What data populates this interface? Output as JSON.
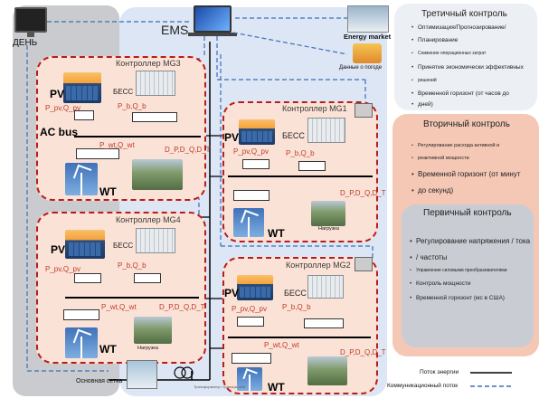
{
  "panels": {
    "day_label": "ДЕНЬ",
    "ems_label": "EMS",
    "energy_market_label": "Energy market",
    "weather_data_label": "Данные о погоде",
    "main_grid_label": "Основная сетка",
    "transformer_caption": "Трансформатор / граница сети"
  },
  "microgrids": {
    "mg3": {
      "title": "Контроллер MG3",
      "pv": "PV",
      "bess": "БЕСС",
      "bus": "AC bus",
      "wt": "WT",
      "p_pv": "P_pv,Q_pv",
      "p_b": "P_b,Q_b",
      "p_wt": "P_wt,Q_wt",
      "d": "D_P,D_Q,D_T"
    },
    "mg1": {
      "title": "Контроллер MG1",
      "pv": "PV",
      "bess": "БЕСС",
      "wt": "WT",
      "load": "Нагрузка",
      "p_pv": "P_pv,Q_pv",
      "p_b": "P_b,Q_b",
      "d": "D_P,D_Q,D_T"
    },
    "mg4": {
      "title": "Контроллер MG4",
      "pv": "PV",
      "bess": "БЕСС",
      "wt": "WT",
      "load": "Нагрузка",
      "p_pv": "P_pv,Q_pv",
      "p_b": "P_b,Q_b",
      "p_wt": "P_wt,Q_wt",
      "d": "D_P,D_Q,D_T"
    },
    "mg2": {
      "title": "Контроллер MG2",
      "pv": "PV",
      "bess": "БЕСС",
      "wt": "WT",
      "p_pv": "P_pv,Q_pv",
      "p_b": "P_b,Q_b",
      "p_wt": "P_wt,Q_wt",
      "d": "D_P,D_Q,D_T"
    }
  },
  "legend": {
    "energy_flow": "Поток энергии",
    "comm_flow": "Коммуникационный поток"
  },
  "tertiary": {
    "title": "Третичный контроль",
    "items": [
      "Оптимизация/Прогнозирование/",
      "Планирование",
      "Снижение операционных затрат",
      "Принятие экономически эффективных",
      "решений",
      "Временной горизонт (от часов до",
      "дней)"
    ]
  },
  "secondary": {
    "title": "Вторичный контроль",
    "items": [
      "Регулирование расхода активной и",
      "реактивной мощности",
      "Временной горизонт (от минут",
      "до секунд)"
    ]
  },
  "primary": {
    "title": "Первичный контроль",
    "items": [
      "Регулирование напряжения / тока",
      "/ частоты",
      "Управление силовыми преобразователями",
      "Контроль мощности",
      "Временной горизонт (мс в США)"
    ]
  },
  "colors": {
    "day_panel": "#c9cbcf",
    "main_panel": "#dde6f5",
    "mg_fill": "#fbe2d6",
    "mg_border": "#b81c1c",
    "tertiary_fill": "#eceff3",
    "secondary_fill": "#f5c8b5",
    "primary_fill": "#c9ccd2",
    "comm_line": "#3a6fb8"
  }
}
